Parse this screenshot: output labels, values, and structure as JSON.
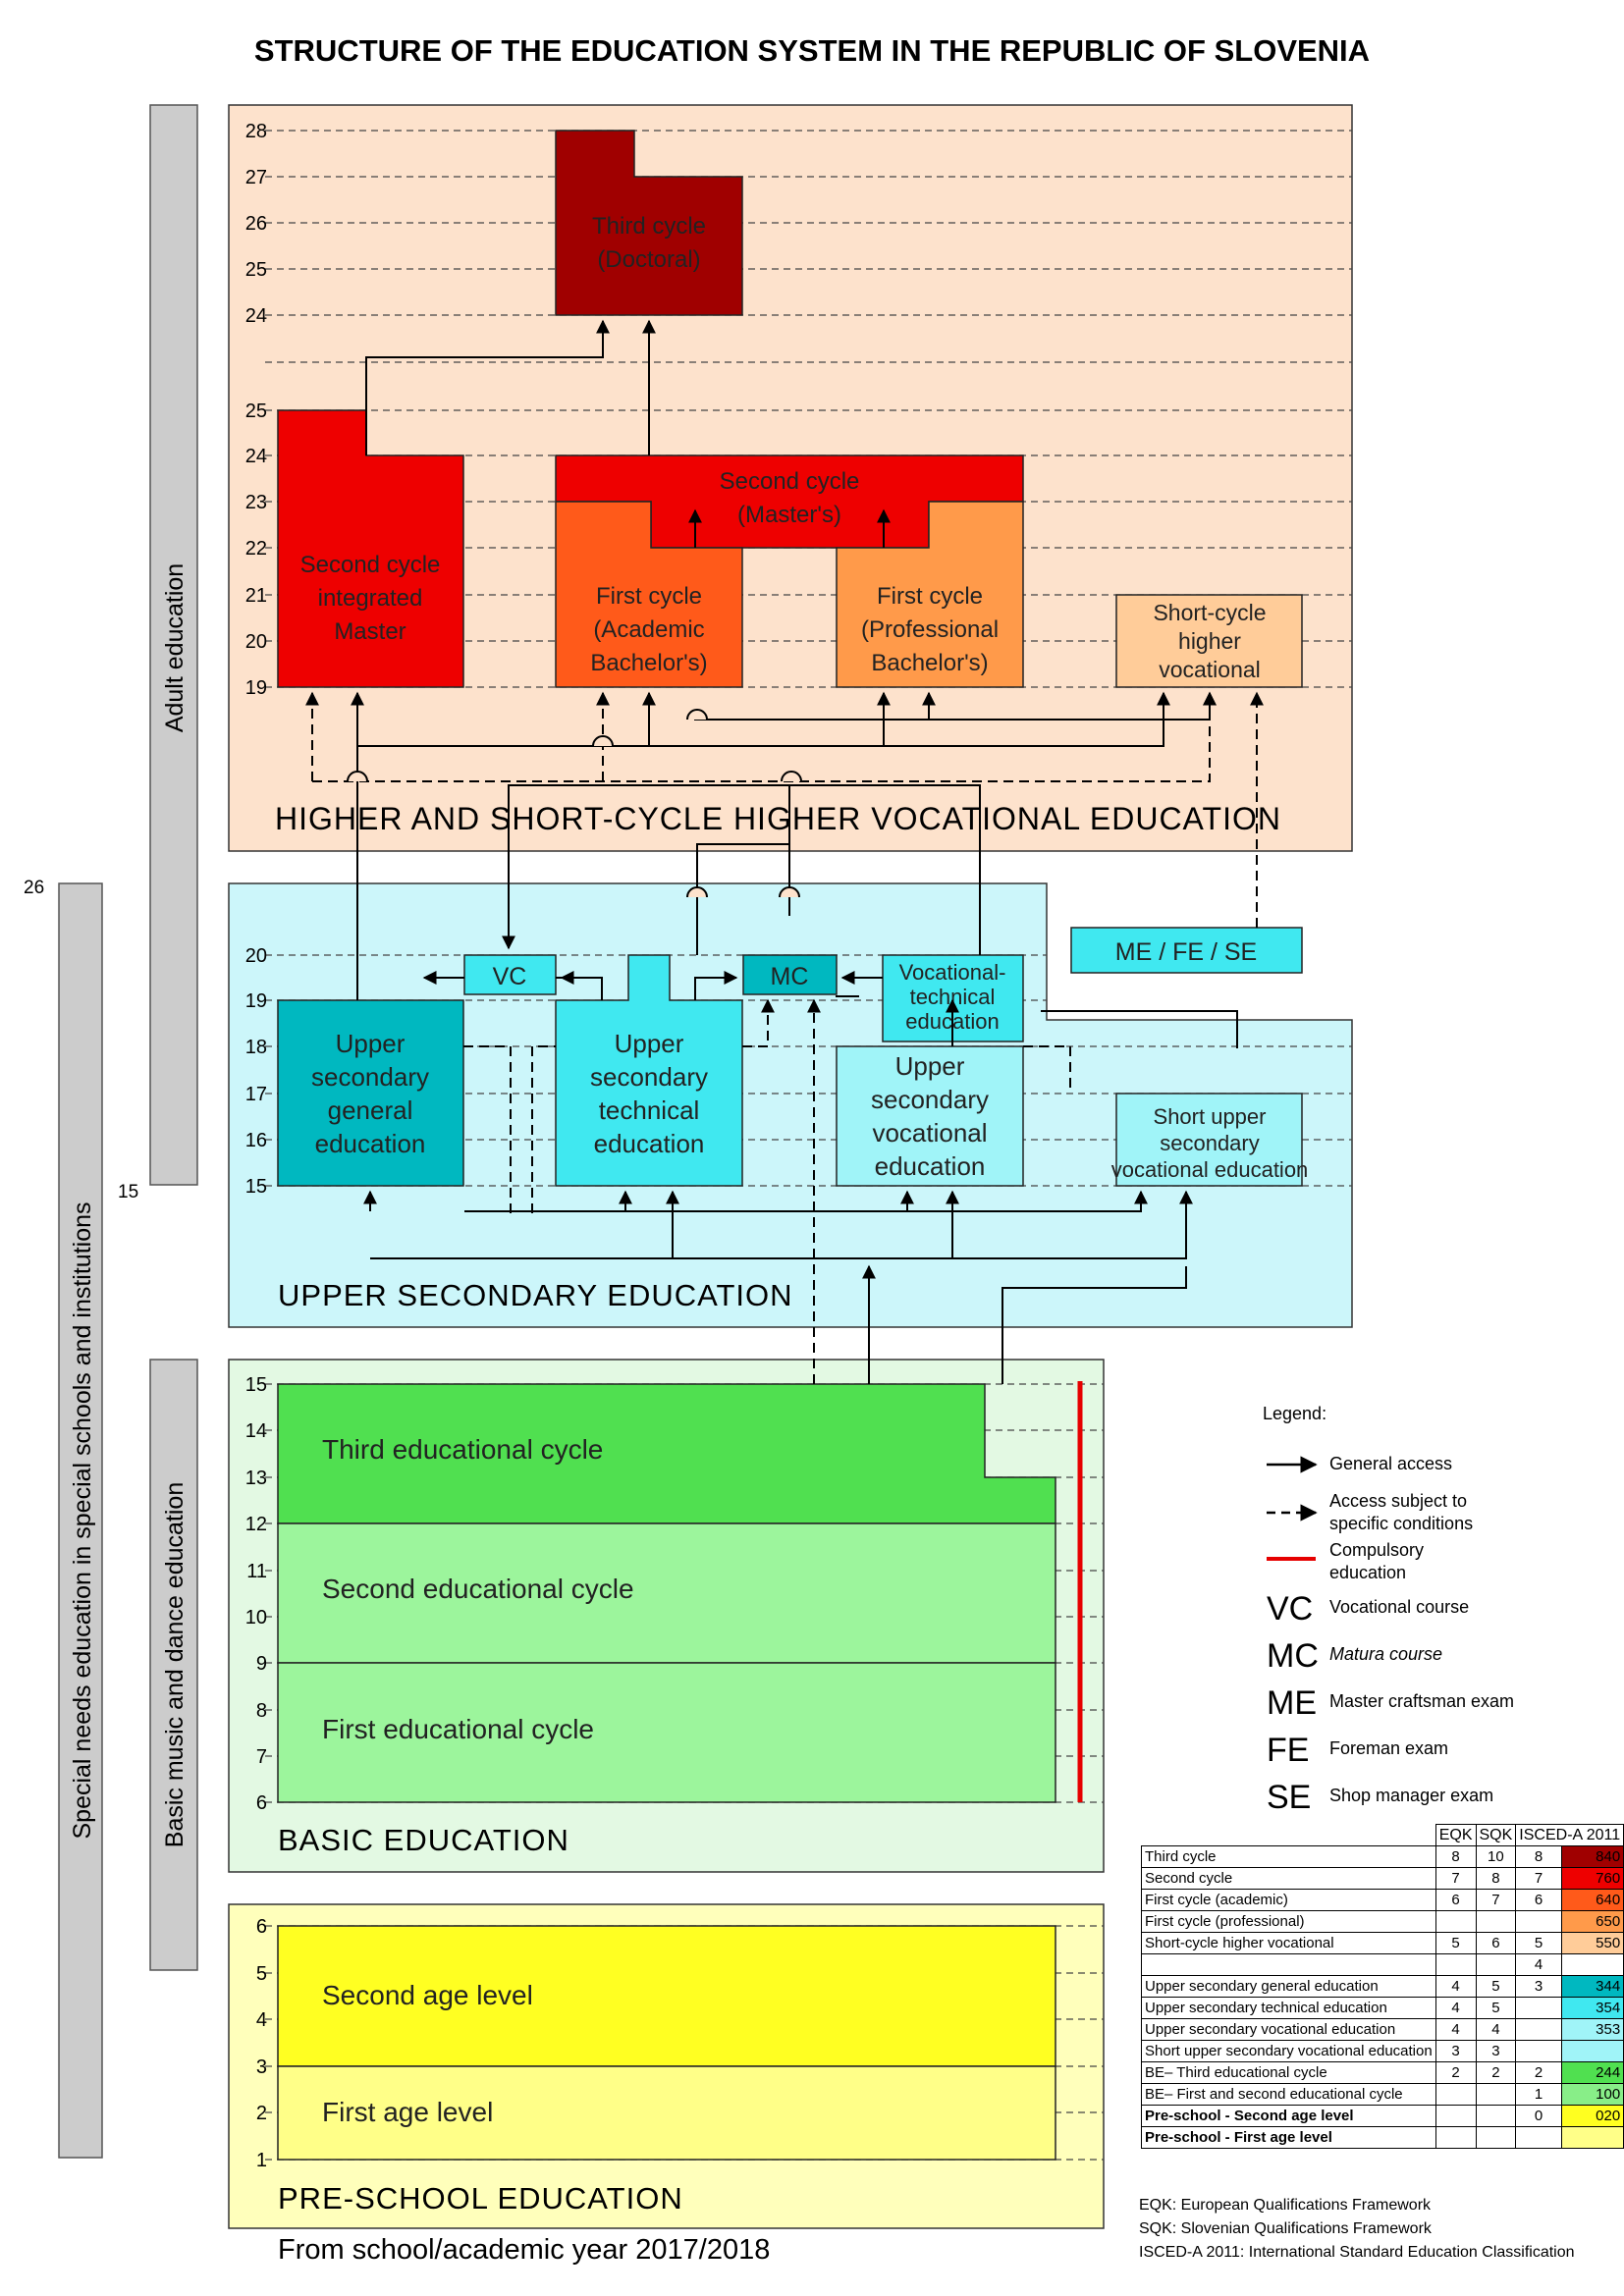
{
  "title": "STRUCTURE OF THE EDUCATION SYSTEM IN THE REPUBLIC OF SLOVENIA",
  "footer": "From school/academic year 2017/2018",
  "side_bars": {
    "special_needs": "Special needs education in special schools and institutions",
    "special_needs_top_age": "26",
    "adult": "Adult education",
    "adult_bottom_age": "15",
    "music": "Basic music and dance education"
  },
  "sections": {
    "higher": "HIGHER AND SHORT-CYCLE HIGHER VOCATIONAL EDUCATION",
    "upper": "UPPER SECONDARY EDUCATION",
    "basic": "BASIC EDUCATION",
    "preschool": "PRE-SCHOOL EDUCATION"
  },
  "age_labels": {
    "higher_top": [
      "28",
      "27",
      "26",
      "25",
      "24"
    ],
    "higher_bottom": [
      "25",
      "24",
      "23",
      "22",
      "21",
      "20",
      "19"
    ],
    "upper": [
      "20",
      "19",
      "18",
      "17",
      "16",
      "15"
    ],
    "basic": [
      "15",
      "14",
      "13",
      "12",
      "11",
      "10",
      "9",
      "8",
      "7",
      "6"
    ],
    "preschool": [
      "6",
      "5",
      "4",
      "3",
      "2",
      "1"
    ]
  },
  "programs": {
    "third_cycle": [
      "Third cycle",
      "(Doctoral)"
    ],
    "second_cycle_masters": [
      "Second cycle",
      "(Master's)"
    ],
    "integrated_master": [
      "Second cycle",
      "integrated",
      "Master"
    ],
    "first_cycle_academic": [
      "First cycle",
      "(Academic",
      "Bachelor's)"
    ],
    "first_cycle_professional": [
      "First cycle",
      "(Professional",
      "Bachelor's)"
    ],
    "short_cycle": [
      "Short-cycle",
      "higher",
      "vocational"
    ],
    "me_fe_se": "ME / FE / SE",
    "vc": "VC",
    "mc": "MC",
    "vocational_technical": [
      "Vocational-",
      "technical",
      "education"
    ],
    "upper_general": [
      "Upper",
      "secondary",
      "general",
      "education"
    ],
    "upper_technical": [
      "Upper",
      "secondary",
      "technical",
      "education"
    ],
    "upper_vocational": [
      "Upper",
      "secondary",
      "vocational",
      "education"
    ],
    "short_upper_vocational": [
      "Short upper",
      "secondary",
      "vocational education"
    ],
    "third_educational_cycle": "Third educational cycle",
    "second_educational_cycle": "Second educational cycle",
    "first_educational_cycle": "First educational cycle",
    "second_age_level": "Second age level",
    "first_age_level": "First age level"
  },
  "legend": {
    "title": "Legend:",
    "general_access": "General access",
    "conditional_access": "Access subject to specific conditions",
    "compulsory": "Compulsory education",
    "abbr": [
      {
        "abbr": "VC",
        "text": "Vocational course"
      },
      {
        "abbr": "MC",
        "text": "Matura course"
      },
      {
        "abbr": "ME",
        "text": "Master craftsman exam"
      },
      {
        "abbr": "FE",
        "text": "Foreman exam"
      },
      {
        "abbr": "SE",
        "text": "Shop manager exam"
      }
    ]
  },
  "isced_table": {
    "headers": [
      "",
      "EQK",
      "SQK",
      "ISCED-A 2011",
      ""
    ],
    "rows": [
      {
        "label": "Third cycle",
        "eqk": "8",
        "sqk": "10",
        "isced": "8",
        "code": "840",
        "color": "#a00000"
      },
      {
        "label": "Second cycle",
        "eqk": "7",
        "sqk": "8",
        "isced": "7",
        "code": "760",
        "color": "#ee0000"
      },
      {
        "label": "First cycle (academic)",
        "eqk": "6",
        "sqk": "7",
        "isced": "6",
        "code": "640",
        "color": "#ff5a1a"
      },
      {
        "label": "First cycle (professional)",
        "eqk": "",
        "sqk": "",
        "isced": "",
        "code": "650",
        "color": "#ff9a4a"
      },
      {
        "label": "Short-cycle higher vocational",
        "eqk": "5",
        "sqk": "6",
        "isced": "5",
        "code": "550",
        "color": "#ffcc99"
      },
      {
        "label": "",
        "eqk": "",
        "sqk": "",
        "isced": "4",
        "code": "",
        "color": "#ffffff"
      },
      {
        "label": "Upper secondary general education",
        "eqk": "4",
        "sqk": "5",
        "isced": "3",
        "code": "344",
        "color": "#00b8c0"
      },
      {
        "label": "Upper secondary technical education",
        "eqk": "4",
        "sqk": "5",
        "isced": "",
        "code": "354",
        "color": "#40e8f0"
      },
      {
        "label": "Upper secondary vocational education",
        "eqk": "4",
        "sqk": "4",
        "isced": "",
        "code": "353",
        "color": "#a0f4f8"
      },
      {
        "label": "Short upper secondary vocational education",
        "eqk": "3",
        "sqk": "3",
        "isced": "",
        "code": "",
        "color": "#a0f4f8"
      },
      {
        "label": "BE– Third educational cycle",
        "eqk": "2",
        "sqk": "2",
        "isced": "2",
        "code": "244",
        "color": "#50e050"
      },
      {
        "label": "BE– First and second educational cycle",
        "eqk": "",
        "sqk": "",
        "isced": "1",
        "code": "100",
        "color": "#88ee88"
      },
      {
        "label": "Pre-school - Second age level",
        "eqk": "",
        "sqk": "",
        "isced": "0",
        "code": "020",
        "color": "#ffff20"
      },
      {
        "label": "Pre-school - First age level",
        "eqk": "",
        "sqk": "",
        "isced": "",
        "code": "",
        "color": "#ffff88"
      }
    ]
  },
  "notes": [
    "EQK: European Qualifications Framework",
    "SQK: Slovenian Qualifications Framework",
    "ISCED-A 2011: International Standard Education Classification"
  ]
}
